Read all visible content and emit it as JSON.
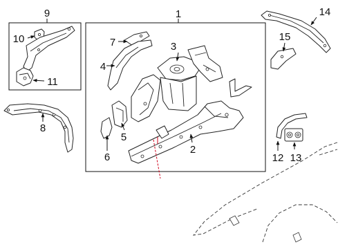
{
  "callouts": {
    "c1": "1",
    "c2": "2",
    "c3": "3",
    "c4": "4",
    "c5": "5",
    "c6": "6",
    "c7": "7",
    "c8": "8",
    "c9": "9",
    "c10": "10",
    "c11": "11",
    "c12": "12",
    "c13": "13",
    "c14": "14",
    "c15": "15"
  },
  "colors": {
    "line": "#222222",
    "section_cut": "#d0021b",
    "background": "#ffffff"
  }
}
